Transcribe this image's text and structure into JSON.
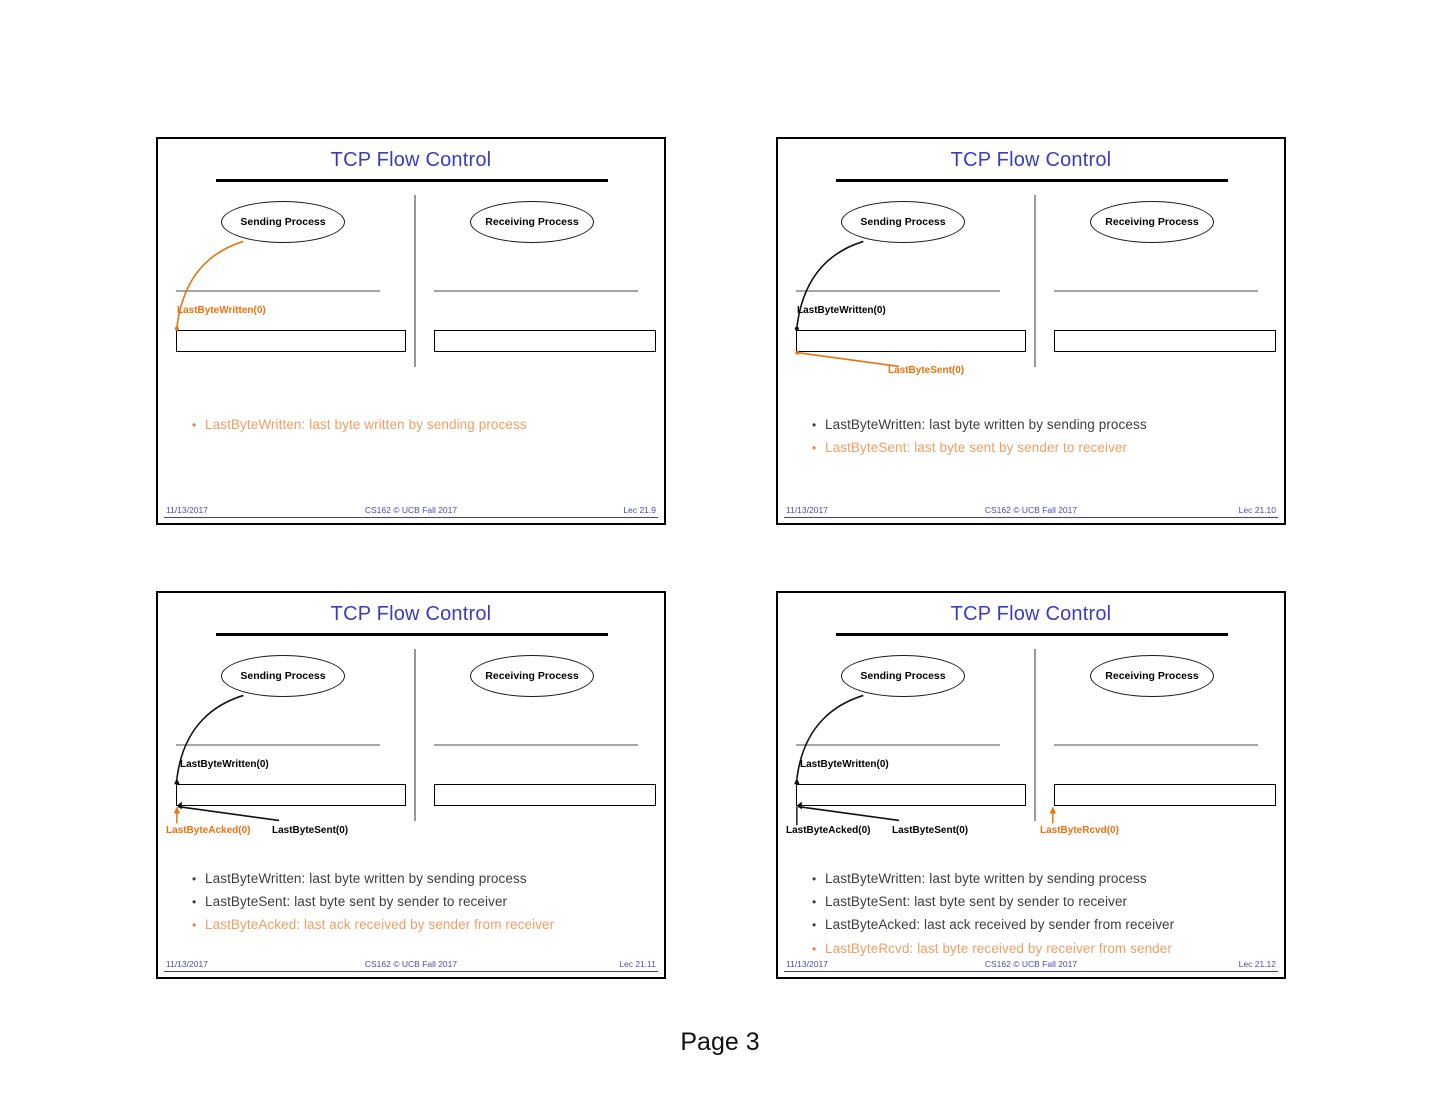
{
  "page": {
    "label": "Page 3",
    "background_color": "#ffffff"
  },
  "theme": {
    "title_color": "#3b3bc4",
    "highlight_orange": "#e8730f",
    "bullet_highlight_color": "#ef9f63",
    "bullet_normal_color": "#3d3d3d",
    "footer_color": "#4a4ab5",
    "divider_gray": "#999999"
  },
  "common": {
    "title": "TCP Flow Control",
    "sending_process": "Sending Process",
    "receiving_process": "Receiving Process",
    "footer_date": "11/13/2017",
    "footer_course": "CS162 © UCB Fall 2017"
  },
  "slides": [
    {
      "id": "slide-1",
      "title": "TCP Flow Control",
      "sending_process": "Sending Process",
      "receiving_process": "Receiving Process",
      "annotations": [
        {
          "name": "last-byte-written",
          "text": "LastByteWritten(0)",
          "color": "orange"
        }
      ],
      "bullets": [
        {
          "text": "LastByteWritten: last byte written by sending process",
          "style": "hl"
        }
      ],
      "footer": {
        "date": "11/13/2017",
        "course": "CS162 © UCB Fall 2017",
        "lecture": "Lec 21.9"
      }
    },
    {
      "id": "slide-2",
      "title": "TCP Flow Control",
      "sending_process": "Sending Process",
      "receiving_process": "Receiving Process",
      "annotations": [
        {
          "name": "last-byte-written",
          "text": "LastByteWritten(0)",
          "color": "black"
        },
        {
          "name": "last-byte-sent",
          "text": "LastByteSent(0)",
          "color": "orange"
        }
      ],
      "bullets": [
        {
          "text": "LastByteWritten: last byte written by sending process",
          "style": "normal"
        },
        {
          "text": "LastByteSent: last byte sent by sender to receiver",
          "style": "hl"
        }
      ],
      "footer": {
        "date": "11/13/2017",
        "course": "CS162 © UCB Fall 2017",
        "lecture": "Lec 21.10"
      }
    },
    {
      "id": "slide-3",
      "title": "TCP Flow Control",
      "sending_process": "Sending Process",
      "receiving_process": "Receiving Process",
      "annotations": [
        {
          "name": "last-byte-written",
          "text": "LastByteWritten(0)",
          "color": "black"
        },
        {
          "name": "last-byte-acked",
          "text": "LastByteAcked(0)",
          "color": "orange"
        },
        {
          "name": "last-byte-sent",
          "text": "LastByteSent(0)",
          "color": "black"
        }
      ],
      "bullets": [
        {
          "text": "LastByteWritten: last byte written by sending process",
          "style": "normal"
        },
        {
          "text": "LastByteSent: last byte sent by sender to receiver",
          "style": "normal"
        },
        {
          "text": "LastByteAcked: last ack received by sender from receiver",
          "style": "hl"
        }
      ],
      "footer": {
        "date": "11/13/2017",
        "course": "CS162 © UCB Fall 2017",
        "lecture": "Lec 21.11"
      }
    },
    {
      "id": "slide-4",
      "title": "TCP Flow Control",
      "sending_process": "Sending Process",
      "receiving_process": "Receiving Process",
      "annotations": [
        {
          "name": "last-byte-written",
          "text": "LastByteWritten(0)",
          "color": "black"
        },
        {
          "name": "last-byte-acked",
          "text": "LastByteAcked(0)",
          "color": "black"
        },
        {
          "name": "last-byte-sent",
          "text": "LastByteSent(0)",
          "color": "black"
        },
        {
          "name": "last-byte-rcvd",
          "text": "LastByteRcvd(0)",
          "color": "orange"
        }
      ],
      "bullets": [
        {
          "text": "LastByteWritten: last byte written by sending process",
          "style": "normal"
        },
        {
          "text": "LastByteSent: last byte sent by sender to receiver",
          "style": "normal"
        },
        {
          "text": "LastByteAcked: last ack received by sender from receiver",
          "style": "normal"
        },
        {
          "text": "LastByteRcvd: last byte received by receiver from sender",
          "style": "hl"
        }
      ],
      "footer": {
        "date": "11/13/2017",
        "course": "CS162 © UCB Fall 2017",
        "lecture": "Lec 21.12"
      }
    }
  ]
}
